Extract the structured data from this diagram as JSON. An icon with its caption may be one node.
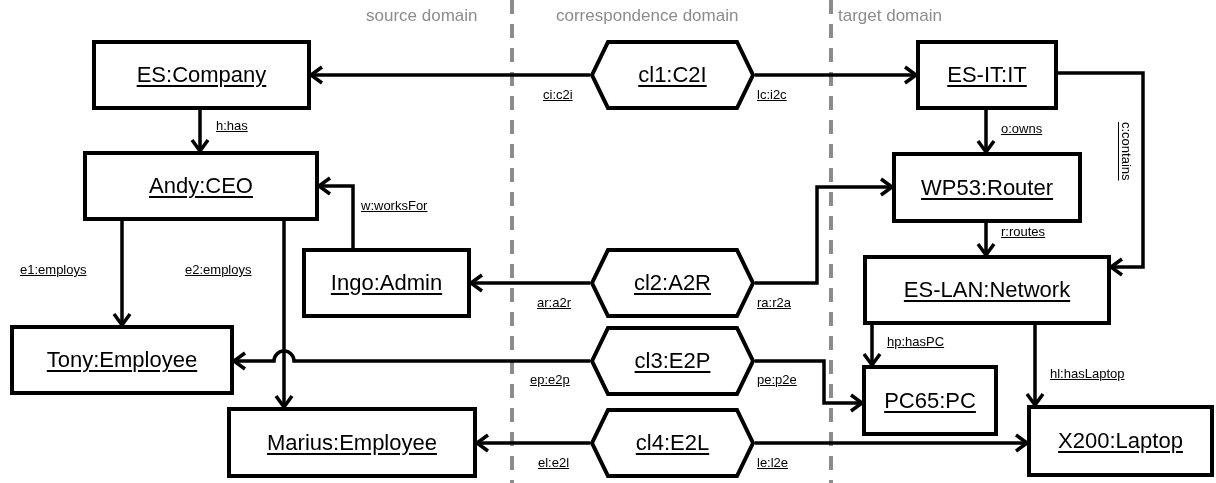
{
  "diagram": {
    "nodes": [
      {
        "text": [
          "ES:Company"
        ]
      },
      {
        "text": [
          "Andy:CEO"
        ]
      },
      {
        "text": [
          "Ingo:Admin"
        ]
      },
      {
        "text": [
          "Tony:Employee"
        ]
      },
      {
        "text": [
          "Marius:Employee"
        ]
      },
      {
        "text": [
          "cl1:C2I"
        ]
      },
      {
        "text": [
          "cl2:A2R"
        ]
      },
      {
        "text": [
          "cl3:E2P"
        ]
      },
      {
        "text": [
          "cl4:E2L"
        ]
      },
      {
        "text": [
          "ES-IT:IT"
        ]
      },
      {
        "text": [
          "WP53:Router"
        ]
      },
      {
        "text": [
          "ES-LAN:Network"
        ]
      },
      {
        "text": [
          "PC65:PC"
        ]
      },
      {
        "text": [
          "X200:Laptop"
        ]
      }
    ],
    "edges": [
      {
        "from": 0,
        "to": 1,
        "arrow": "to",
        "label": "h:has"
      },
      {
        "from": 2,
        "to": 1,
        "arrow": "to",
        "label": "w:worksFor"
      },
      {
        "from": 1,
        "to": 3,
        "arrow": "to",
        "label": "e1:employs"
      },
      {
        "from": 1,
        "to": 4,
        "arrow": "to",
        "label": "e2:employs"
      },
      {
        "from": 5,
        "to": 0,
        "arrow": "to",
        "label": "ci:c2i"
      },
      {
        "from": 5,
        "to": 9,
        "arrow": "to",
        "label": "lc:i2c"
      },
      {
        "from": 6,
        "to": 2,
        "arrow": "to",
        "label": "ar:a2r"
      },
      {
        "from": 6,
        "to": 10,
        "arrow": "to",
        "label": "ra:r2a"
      },
      {
        "from": 7,
        "to": 3,
        "arrow": "to",
        "label": "ep:e2p"
      },
      {
        "from": 7,
        "to": 12,
        "arrow": "to",
        "label": "pe:p2e"
      },
      {
        "from": 8,
        "to": 4,
        "arrow": "to",
        "label": "el:e2l"
      },
      {
        "from": 8,
        "to": 13,
        "arrow": "to",
        "label": "le:l2e"
      },
      {
        "from": 9,
        "to": 10,
        "arrow": "to",
        "label": "o:owns"
      },
      {
        "from": 9,
        "to": 11,
        "arrow": "to",
        "label": "c:contains"
      },
      {
        "from": 10,
        "to": 11,
        "arrow": "to",
        "label": "r:routes"
      },
      {
        "from": 11,
        "to": 12,
        "arrow": "to",
        "label": "hp:hasPC"
      },
      {
        "from": 11,
        "to": 13,
        "arrow": "to",
        "label": "hl:hasLaptop"
      }
    ],
    "labels": [
      "source domain",
      "correspondence domain",
      "target domain"
    ]
  }
}
